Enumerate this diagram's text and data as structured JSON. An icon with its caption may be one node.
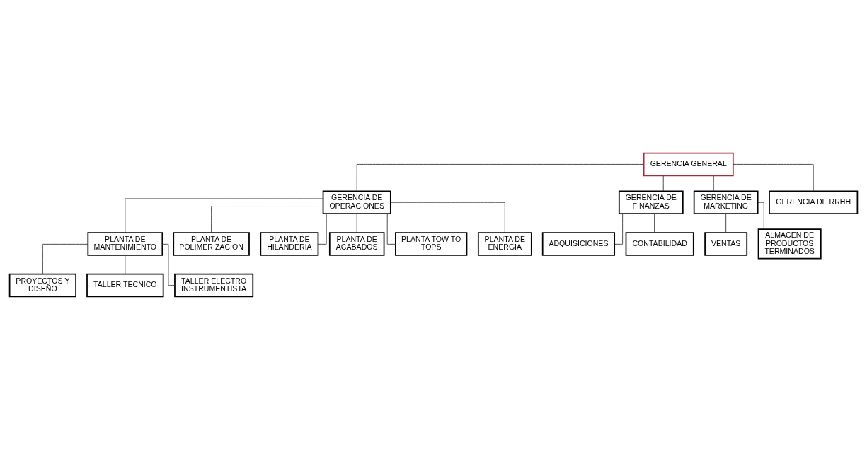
{
  "diagram": {
    "nodes": [
      {
        "text": [
          "GERENCIA GENERAL"
        ]
      },
      {
        "text": [
          "GERENCIA DE OPERACIONES"
        ]
      },
      {
        "text": [
          "GERENCIA DE FINANZAS"
        ]
      },
      {
        "text": [
          "GERENCIA DE MARKETING"
        ]
      },
      {
        "text": [
          "GERENCIA DE RRHH"
        ]
      },
      {
        "text": [
          "PLANTA DE MANTENIMIENTO"
        ]
      },
      {
        "text": [
          "PROYECTOS Y DISEÑO"
        ]
      },
      {
        "text": [
          "TALLER TECNICO"
        ]
      },
      {
        "text": [
          "TALLER ELECTRO INSTRUMENTISTA"
        ]
      },
      {
        "text": [
          "PLANTA DE POLIMERIZACION"
        ]
      },
      {
        "text": [
          "PLANTA DE HILANDERIA"
        ]
      },
      {
        "text": [
          "PLANTA DE ACABADOS"
        ]
      },
      {
        "text": [
          "PLANTA TOW TO TOPS"
        ]
      },
      {
        "text": [
          "PLANTA DE ENERGIA"
        ]
      },
      {
        "text": [
          "ADQUISICIONES"
        ]
      },
      {
        "text": [
          "CONTABILIDAD"
        ]
      },
      {
        "text": [
          "VENTAS"
        ]
      },
      {
        "text": [
          "ALMACEN DE PRODUCTOS TERMINADOS"
        ]
      }
    ],
    "edges": [
      {
        "from": 0,
        "to": 1,
        "arrow": "none"
      },
      {
        "from": 0,
        "to": 2,
        "arrow": "none"
      },
      {
        "from": 0,
        "to": 3,
        "arrow": "none"
      },
      {
        "from": 0,
        "to": 4,
        "arrow": "none"
      },
      {
        "from": 1,
        "to": 5,
        "arrow": "none"
      },
      {
        "from": 5,
        "to": 6,
        "arrow": "none"
      },
      {
        "from": 5,
        "to": 7,
        "arrow": "none"
      },
      {
        "from": 5,
        "to": 8,
        "arrow": "none"
      },
      {
        "from": 1,
        "to": 9,
        "arrow": "none"
      },
      {
        "from": 1,
        "to": 10,
        "arrow": "none"
      },
      {
        "from": 1,
        "to": 11,
        "arrow": "none"
      },
      {
        "from": 1,
        "to": 12,
        "arrow": "none"
      },
      {
        "from": 1,
        "to": 13,
        "arrow": "none"
      },
      {
        "from": 2,
        "to": 14,
        "arrow": "none"
      },
      {
        "from": 2,
        "to": 15,
        "arrow": "none"
      },
      {
        "from": 3,
        "to": 16,
        "arrow": "none"
      },
      {
        "from": 3,
        "to": 17,
        "arrow": "none"
      }
    ]
  }
}
